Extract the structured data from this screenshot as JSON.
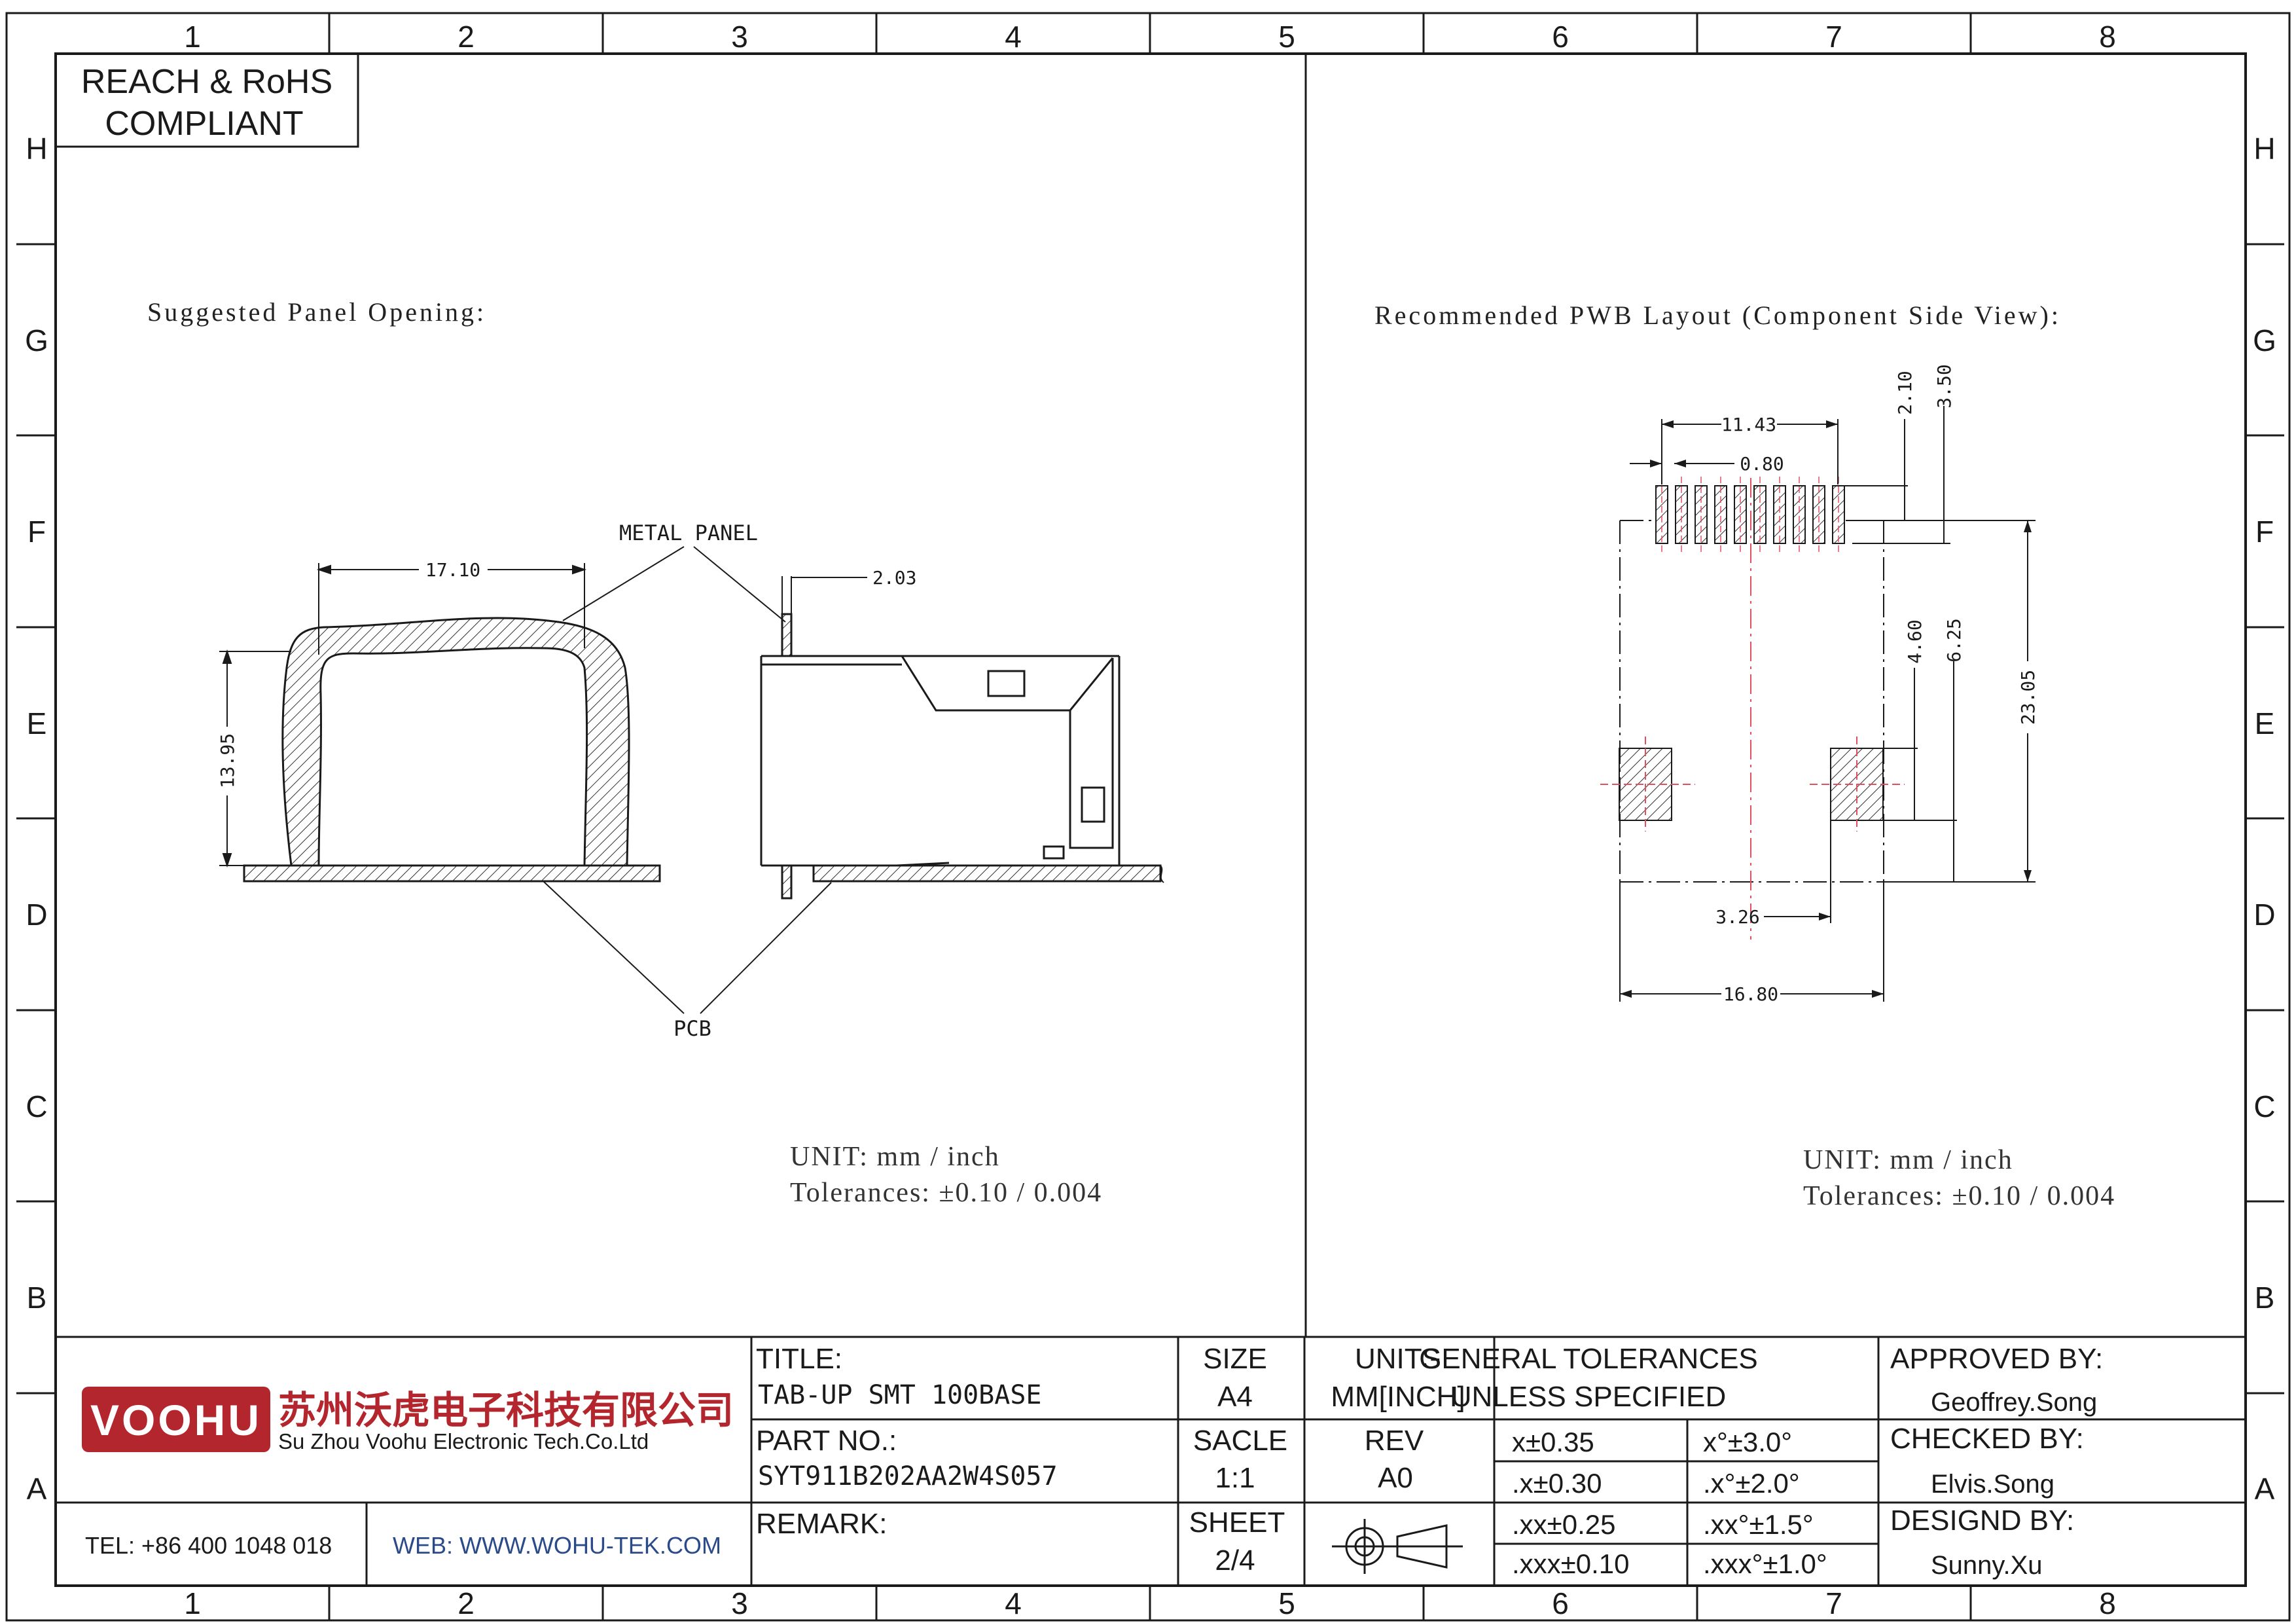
{
  "frame": {
    "col_labels": [
      "1",
      "2",
      "3",
      "4",
      "5",
      "6",
      "7",
      "8"
    ],
    "row_labels": [
      "H",
      "G",
      "F",
      "E",
      "D",
      "C",
      "B",
      "A"
    ]
  },
  "compliance": {
    "line1": "REACH & RoHS",
    "line2": "COMPLIANT"
  },
  "left_view": {
    "title": "Suggested Panel Opening:",
    "metal_panel_label": "METAL PANEL",
    "pcb_label": "PCB",
    "dim_width": "17.10",
    "dim_height": "13.95",
    "dim_panel_thickness": "2.03",
    "unit_line": "UNIT:  mm  /  inch",
    "tolerance_line": "Tolerances:  ±0.10  /  0.004"
  },
  "right_view": {
    "title": "Recommended PWB Layout (Component Side View):",
    "dim_pin_span": "11.43",
    "dim_pitch": "0.80",
    "dim_pad_len": "2.10",
    "dim_pad_offset": "3.50",
    "dim_body_length": "23.05",
    "dim_hole_y1": "4.60",
    "dim_hole_y2": "6.25",
    "dim_hole_x": "3.26",
    "dim_body_width": "16.80",
    "unit_line": "UNIT:  mm  /  inch",
    "tolerance_line": "Tolerances:  ±0.10  /  0.004"
  },
  "title_block": {
    "logo_text": "VOOHU",
    "company_cn": "苏州沃虎电子科技有限公司",
    "company_en": "Su Zhou Voohu Electronic Tech.Co.Ltd",
    "tel": "TEL: +86 400 1048 018",
    "web": "WEB: WWW.WOHU-TEK.COM",
    "title_label": "TITLE:",
    "title_value": "TAB-UP SMT 100BASE",
    "part_label": "PART NO.:",
    "part_value": "SYT911B202AA2W4S057",
    "remark_label": "REMARK:",
    "size_label": "SIZE",
    "size_value": "A4",
    "scale_label": "SACLE",
    "scale_value": "1:1",
    "sheet_label": "SHEET",
    "sheet_value": "2/4",
    "units_label": "UNITS",
    "units_value": "MM[INCH]",
    "rev_label": "REV",
    "rev_value": "A0",
    "gen_tol_line1": "GENERAL TOLERANCES",
    "gen_tol_line2": "UNLESS SPECIFIED",
    "tolerances": [
      [
        "x±0.35",
        "x°±3.0°"
      ],
      [
        ".x±0.30",
        ".x°±2.0°"
      ],
      [
        ".xx±0.25",
        ".xx°±1.5°"
      ],
      [
        ".xxx±0.10",
        ".xxx°±1.0°"
      ]
    ],
    "approved_label": "APPROVED BY:",
    "approved_value": "Geoffrey.Song",
    "checked_label": "CHECKED BY:",
    "checked_value": "Elvis.Song",
    "designed_label": "DESIGND BY:",
    "designed_value": "Sunny.Xu"
  },
  "colors": {
    "line": "#1a1a1a",
    "centerline": "#e05060",
    "logo_red": "#b3262d",
    "web_blue": "#2a4a8a"
  }
}
